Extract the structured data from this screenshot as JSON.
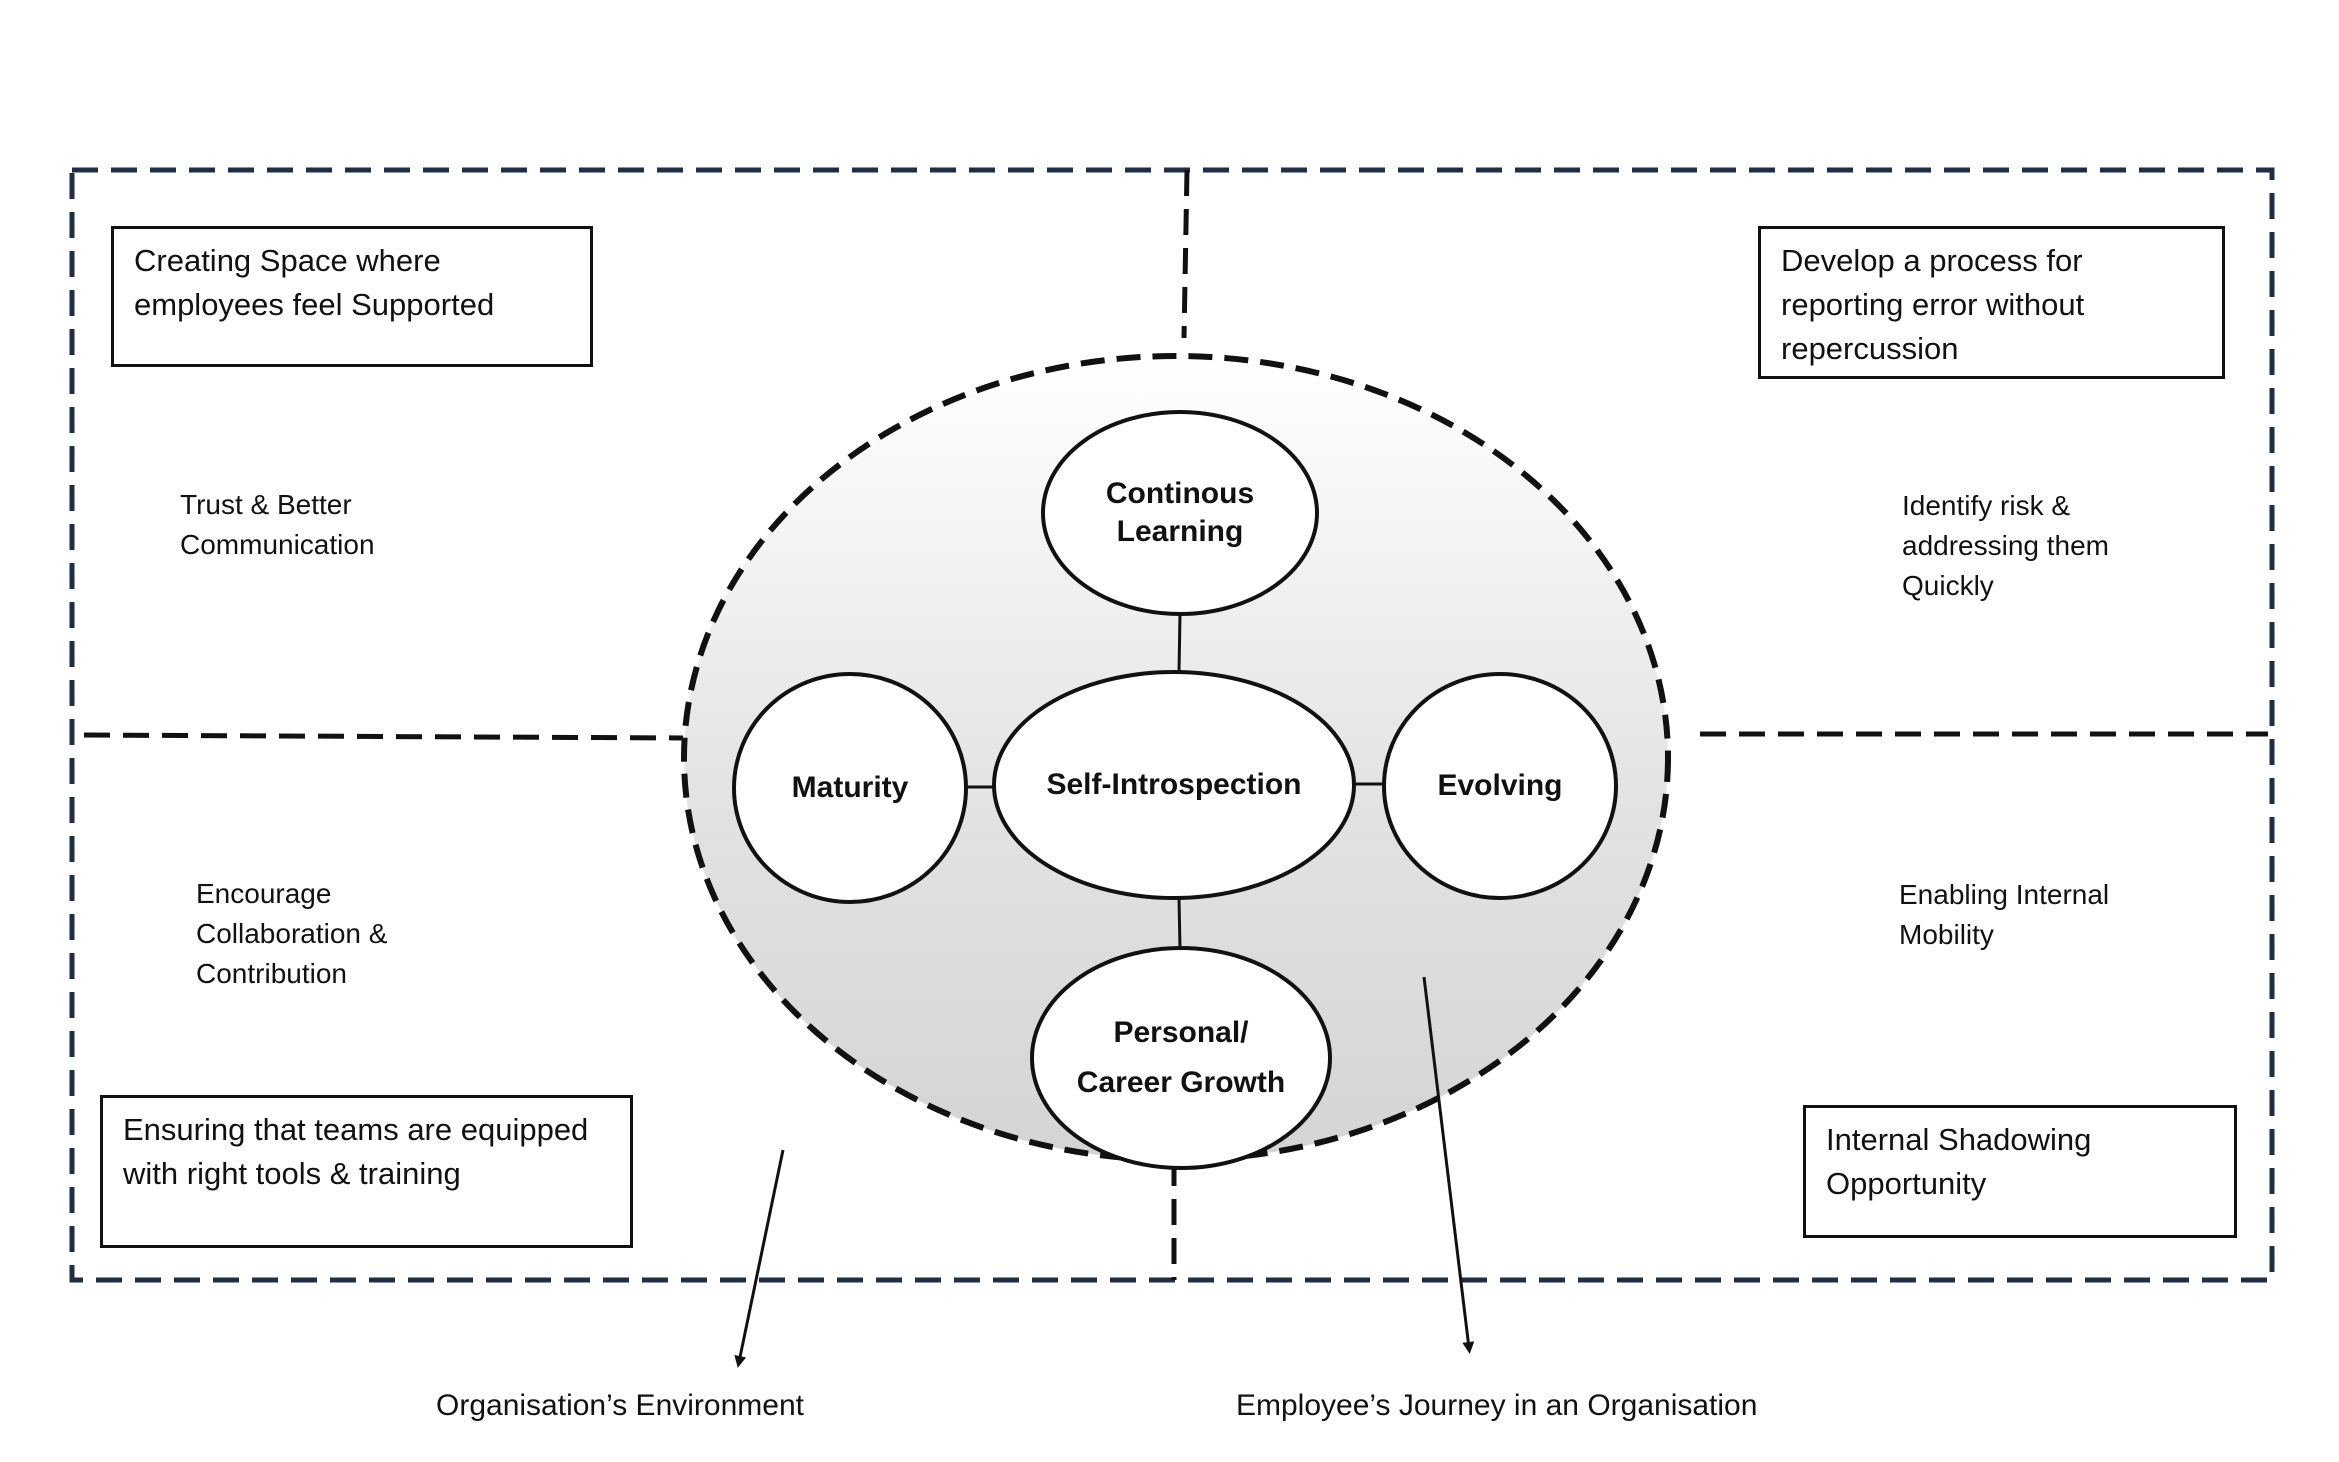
{
  "boxes": {
    "top_left": "Creating Space where employees feel Supported",
    "top_right": "Develop a process for reporting error without repercussion",
    "bottom_left": "Ensuring that teams are equipped with right tools & training",
    "bottom_right": "Internal Shadowing Opportunity"
  },
  "notes": {
    "top_left": [
      "Trust & Better",
      "Communication"
    ],
    "top_right": [
      "Identify risk &",
      "addressing them",
      "Quickly"
    ],
    "bottom_left": [
      "Encourage",
      "Collaboration &",
      "Contribution"
    ],
    "bottom_right": [
      "Enabling Internal",
      "Mobility"
    ]
  },
  "nodes": {
    "center": "Self-Introspection",
    "top": [
      "Continous",
      "Learning"
    ],
    "left": "Maturity",
    "right": "Evolving",
    "bottom": [
      "Personal/",
      "Career Growth"
    ]
  },
  "captions": {
    "left": "Organisation’s Environment",
    "right": "Employee’s Journey in an Organisation"
  },
  "colors": {
    "frame_dash": "#1f2d45",
    "ellipse_dash": "#111111",
    "ellipse_fill_top": "#ffffff",
    "ellipse_fill_bottom": "#d6d6d6"
  }
}
